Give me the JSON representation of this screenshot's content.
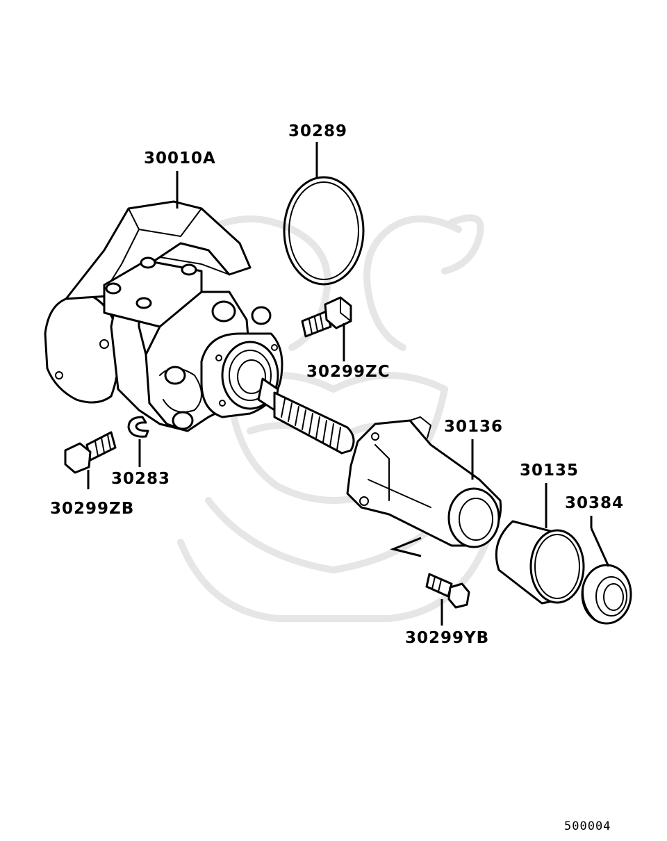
{
  "diagram": {
    "parts": [
      {
        "id": "case",
        "label": "30010A"
      },
      {
        "id": "oring",
        "label": "30289"
      },
      {
        "id": "bolt_zc",
        "label": "30299ZC"
      },
      {
        "id": "extension_housing",
        "label": "30136"
      },
      {
        "id": "sleeve",
        "label": "30135"
      },
      {
        "id": "oil_seal",
        "label": "30384"
      },
      {
        "id": "clip",
        "label": "30283"
      },
      {
        "id": "bolt_zb",
        "label": "30299ZB"
      },
      {
        "id": "bolt_yb",
        "label": "30299YB"
      }
    ],
    "illustration_code": "500004"
  },
  "colors": {
    "ink": "#000000",
    "paper": "#ffffff",
    "watermark": "#e6e6e6"
  }
}
